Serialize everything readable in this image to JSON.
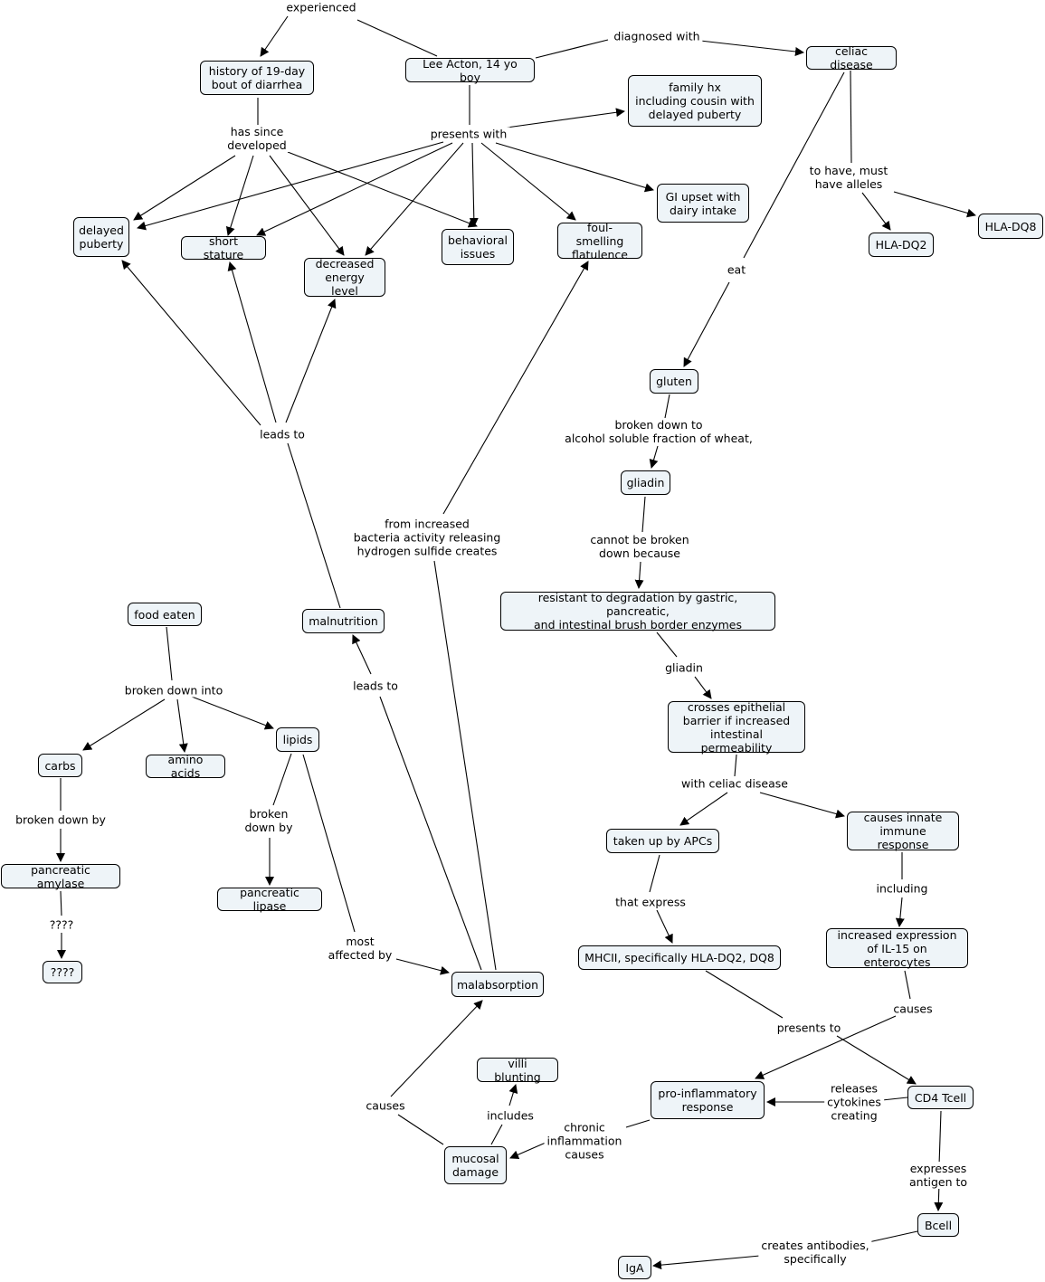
{
  "nodes": {
    "history": "history of 19-day\nbout of diarrhea",
    "lee": "Lee Acton, 14 yo boy",
    "celiac": "celiac disease",
    "family": "family hx\nincluding cousin with\ndelayed puberty",
    "hla_dq8": "HLA-DQ8",
    "hla_dq2": "HLA-DQ2",
    "gi_upset": "GI upset with\ndairy intake",
    "delayed_puberty": "delayed\npuberty",
    "short_stature": "short stature",
    "decreased_energy": "decreased\nenergy level",
    "behavioral": "behavioral\nissues",
    "flatulence": "foul-smelling\nflatulence",
    "gluten": "gluten",
    "gliadin": "gliadin",
    "resistant": "resistant to degradation by gastric, pancreatic,\nand intestinal brush border enzymes",
    "crosses": "crosses epithelial\nbarrier if increased\nintestinal permeability",
    "taken_up": "taken up by APCs",
    "innate": "causes innate\nimmune response",
    "mhcii": "MHCII, specifically HLA-DQ2, DQ8",
    "il15": "increased expression\nof IL-15 on enterocytes",
    "food": "food eaten",
    "malnutrition": "malnutrition",
    "carbs": "carbs",
    "amino": "amino acids",
    "lipids": "lipids",
    "amylase": "pancreatic amylase",
    "lipase": "pancreatic lipase",
    "unknown": "????",
    "malabsorption": "malabsorption",
    "villi": "villi blunting",
    "proinflam": "pro-inflammatory\nresponse",
    "cd4": "CD4 Tcell",
    "mucosal": "mucosal\ndamage",
    "bcell": "Bcell",
    "iga": "IgA"
  },
  "labels": {
    "experienced": "experienced",
    "diagnosed_with": "diagnosed with",
    "has_since": "has since\ndeveloped",
    "presents_with": "presents with",
    "to_have": "to have, must\nhave alleles",
    "eat": "eat",
    "leads_to_1": "leads to",
    "broken_down_to": "broken down to\nalcohol soluble fraction of wheat,",
    "from_increased": "from increased\nbacteria activity releasing\nhydrogen sulfide creates",
    "cannot": "cannot be broken\ndown because",
    "gliadin_link": "gliadin",
    "broken_into": "broken down into",
    "leads_to_2": "leads to",
    "with_celiac": "with celiac disease",
    "broken_by_1": "broken down by",
    "broken_by_2": "broken\ndown by",
    "that_express": "that express",
    "including": "including",
    "qmarks": "????",
    "most_affected": "most\naffected by",
    "causes_il": "causes",
    "presents_to": "presents to",
    "releases": "releases\ncytokines\ncreating",
    "causes_mal": "causes",
    "includes": "includes",
    "chronic": "chronic\ninflammation\ncauses",
    "expresses": "expresses antigen to",
    "creates": "creates antibodies,\nspecifically"
  }
}
